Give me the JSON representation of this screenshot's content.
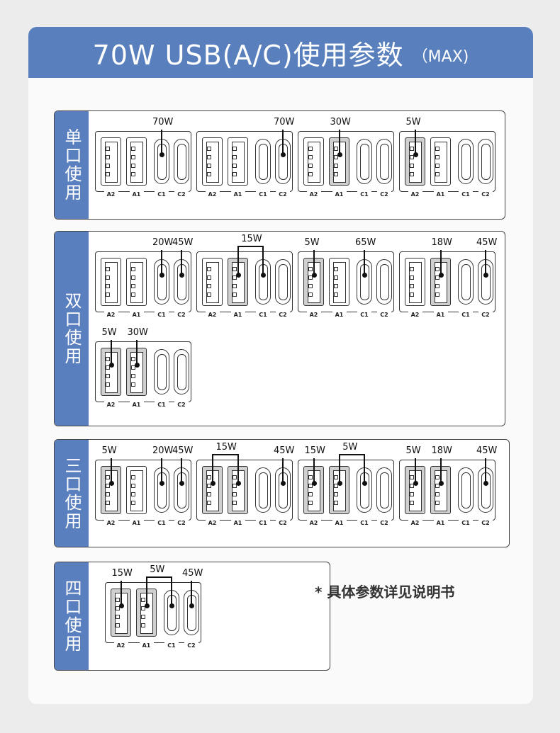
{
  "title": {
    "main": "70W USB(A/C)使用参数",
    "sub": "（MAX)"
  },
  "port_names": [
    "A2",
    "A1",
    "C1",
    "C2"
  ],
  "sections": [
    {
      "label": "单口使用",
      "configs": [
        {
          "active": [
            "C1"
          ],
          "watts": [
            "70W"
          ]
        },
        {
          "active": [
            "C2"
          ],
          "watts": [
            "70W"
          ]
        },
        {
          "active": [
            "A1"
          ],
          "watts": [
            "30W"
          ]
        },
        {
          "active": [
            "A2"
          ],
          "watts": [
            "5W"
          ]
        }
      ]
    },
    {
      "label": "双口使用",
      "configs": [
        {
          "active": [
            "C1",
            "C2"
          ],
          "watts": [
            "20W",
            "45W"
          ]
        },
        {
          "active": [
            "A1",
            "C1"
          ],
          "watts": [
            "15W"
          ]
        },
        {
          "active": [
            "A2",
            "C1"
          ],
          "watts": [
            "5W",
            "65W"
          ]
        },
        {
          "active": [
            "A1",
            "C2"
          ],
          "watts": [
            "18W",
            "45W"
          ]
        },
        {
          "active": [
            "A2",
            "A1"
          ],
          "watts": [
            "5W",
            "30W"
          ]
        }
      ]
    },
    {
      "label": "三口使用",
      "configs": [
        {
          "active": [
            "A2",
            "C1",
            "C2"
          ],
          "watts": [
            "5W",
            "20W",
            "45W"
          ]
        },
        {
          "active": [
            "A2",
            "A1",
            "C2"
          ],
          "watts": [
            "15W",
            "45W"
          ]
        },
        {
          "active": [
            "A2",
            "A1",
            "C1"
          ],
          "watts": [
            "5W",
            "15W"
          ]
        },
        {
          "active": [
            "A2",
            "A1",
            "C2"
          ],
          "watts": [
            "5W",
            "18W",
            "45W"
          ]
        }
      ]
    },
    {
      "label": "四口使用",
      "configs": [
        {
          "active": [
            "A2",
            "A1",
            "C1",
            "C2"
          ],
          "watts": [
            "5W",
            "15W",
            "45W"
          ]
        }
      ]
    }
  ],
  "note": "* 具体参数详见说明书"
}
